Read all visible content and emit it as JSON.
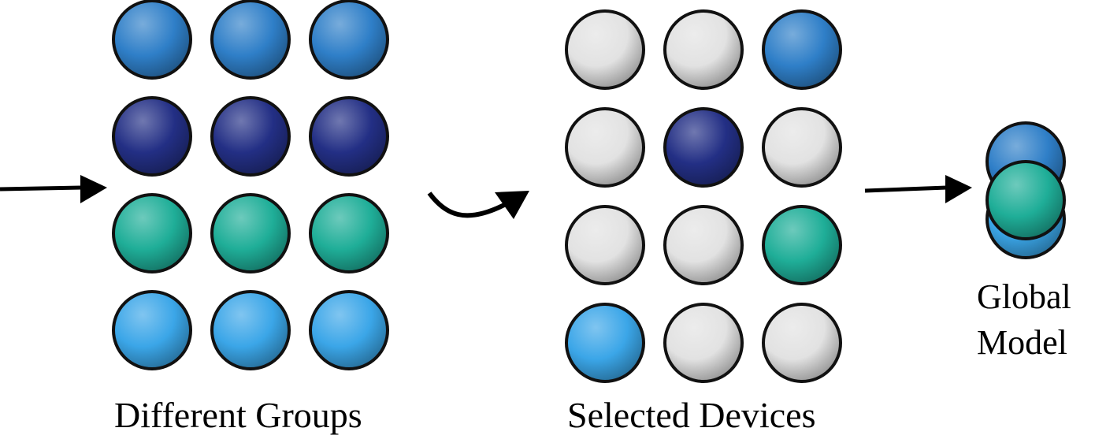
{
  "colors": {
    "blue": "#2f7fc8",
    "navy": "#232f85",
    "teal": "#1fae98",
    "light_blue": "#3ba6e8",
    "unselected": "#e2e2e2",
    "outline": "#111111",
    "arrow": "#000000"
  },
  "groups_panel": {
    "caption": "Different Groups",
    "rows": [
      [
        "blue",
        "blue",
        "blue"
      ],
      [
        "navy",
        "navy",
        "navy"
      ],
      [
        "teal",
        "teal",
        "teal"
      ],
      [
        "light_blue",
        "light_blue",
        "light_blue"
      ]
    ]
  },
  "selected_panel": {
    "caption": "Selected Devices",
    "rows": [
      [
        "unselected",
        "unselected",
        "blue"
      ],
      [
        "unselected",
        "navy",
        "unselected"
      ],
      [
        "unselected",
        "unselected",
        "teal"
      ],
      [
        "light_blue",
        "unselected",
        "unselected"
      ]
    ]
  },
  "global_model": {
    "caption_line1": "Global",
    "caption_line2": "Model",
    "stack": [
      "light_blue",
      "blue",
      "teal"
    ]
  },
  "icons": {
    "input_arrow": "arrow-right-icon",
    "selection_arrow": "curved-arrow-icon",
    "aggregate_arrow": "arrow-right-icon"
  }
}
